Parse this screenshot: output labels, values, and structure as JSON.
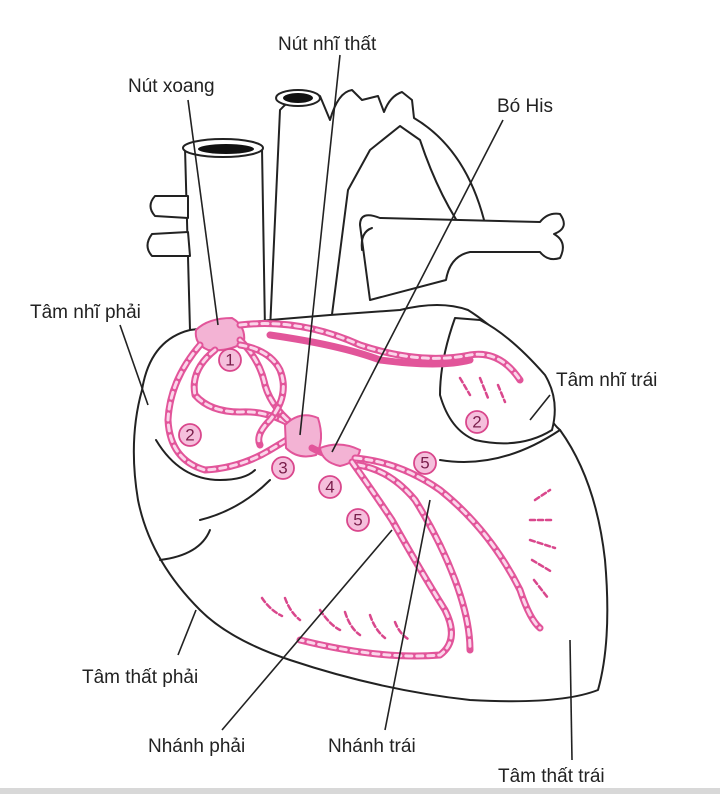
{
  "labels": {
    "nut_nhi_that": "Nút nhĩ thất",
    "nut_xoang": "Nút xoang",
    "bo_his": "Bó His",
    "tam_nhi_phai": "Tâm nhĩ phải",
    "tam_nhi_trai": "Tâm nhĩ trái",
    "tam_that_phai": "Tâm thất phải",
    "nhanh_phai": "Nhánh phải",
    "nhanh_trai": "Nhánh trái",
    "tam_that_trai": "Tâm thất trái"
  },
  "markers": [
    "1",
    "2",
    "2",
    "3",
    "4",
    "5",
    "5"
  ],
  "colors": {
    "conduction": "#e2559a",
    "conduction_light": "#fbd5ea",
    "marker_fill": "#f5bfdc",
    "outline": "#222222"
  }
}
